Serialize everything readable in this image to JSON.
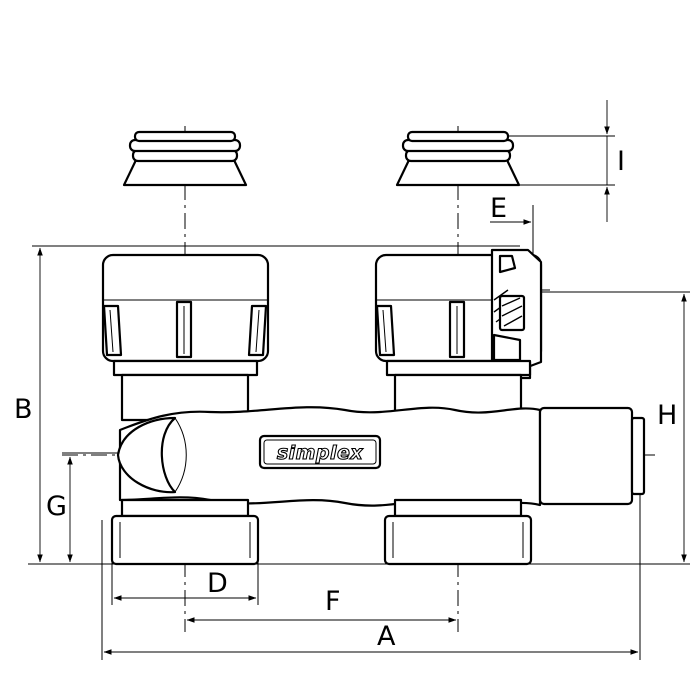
{
  "drawing": {
    "logo_text": "simplex",
    "dimensions": {
      "A": "A",
      "B": "B",
      "D": "D",
      "E": "E",
      "F": "F",
      "G": "G",
      "H": "H",
      "I": "I"
    }
  }
}
